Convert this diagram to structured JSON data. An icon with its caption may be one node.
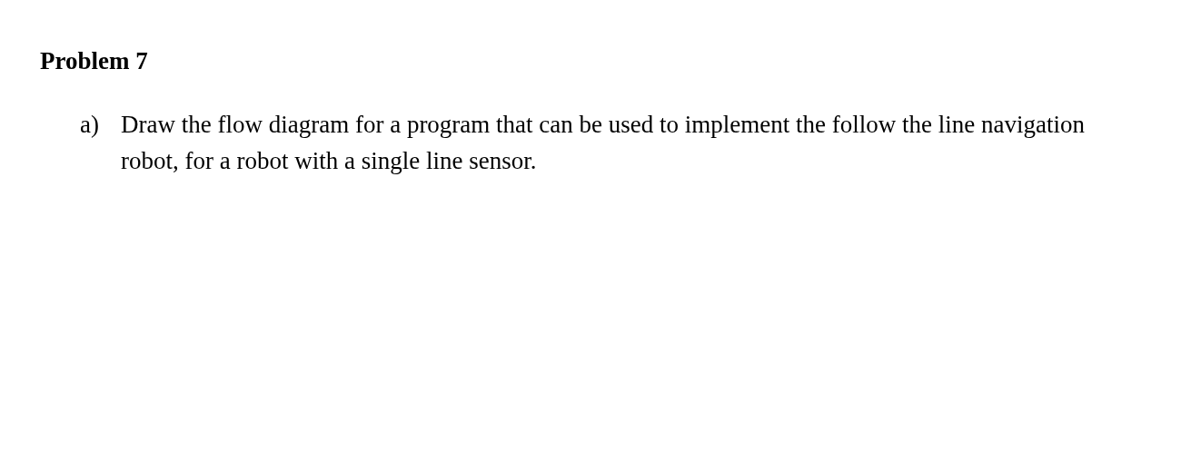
{
  "diagram": {
    "title": "Problem 7",
    "labels": [
      "a)",
      "Draw the flow diagram for a program that can be used to implement the follow the line navigation robot, for a robot with a single line sensor."
    ]
  }
}
